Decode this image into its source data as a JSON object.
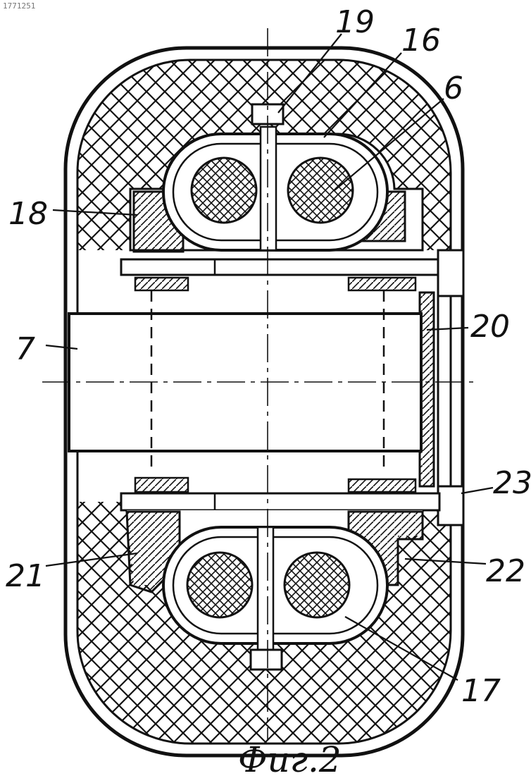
{
  "figure": {
    "caption": "Фиг.2",
    "stamp": "1771251",
    "labels": [
      {
        "id": "19",
        "text": "19"
      },
      {
        "id": "16",
        "text": "16"
      },
      {
        "id": "6",
        "text": "6"
      },
      {
        "id": "18",
        "text": "18"
      },
      {
        "id": "20",
        "text": "20"
      },
      {
        "id": "7",
        "text": "7"
      },
      {
        "id": "23",
        "text": "23"
      },
      {
        "id": "21",
        "text": "21"
      },
      {
        "id": "22",
        "text": "22"
      },
      {
        "id": "17",
        "text": "17"
      }
    ]
  },
  "colors": {
    "ink": "#111111",
    "paper": "#ffffff"
  }
}
